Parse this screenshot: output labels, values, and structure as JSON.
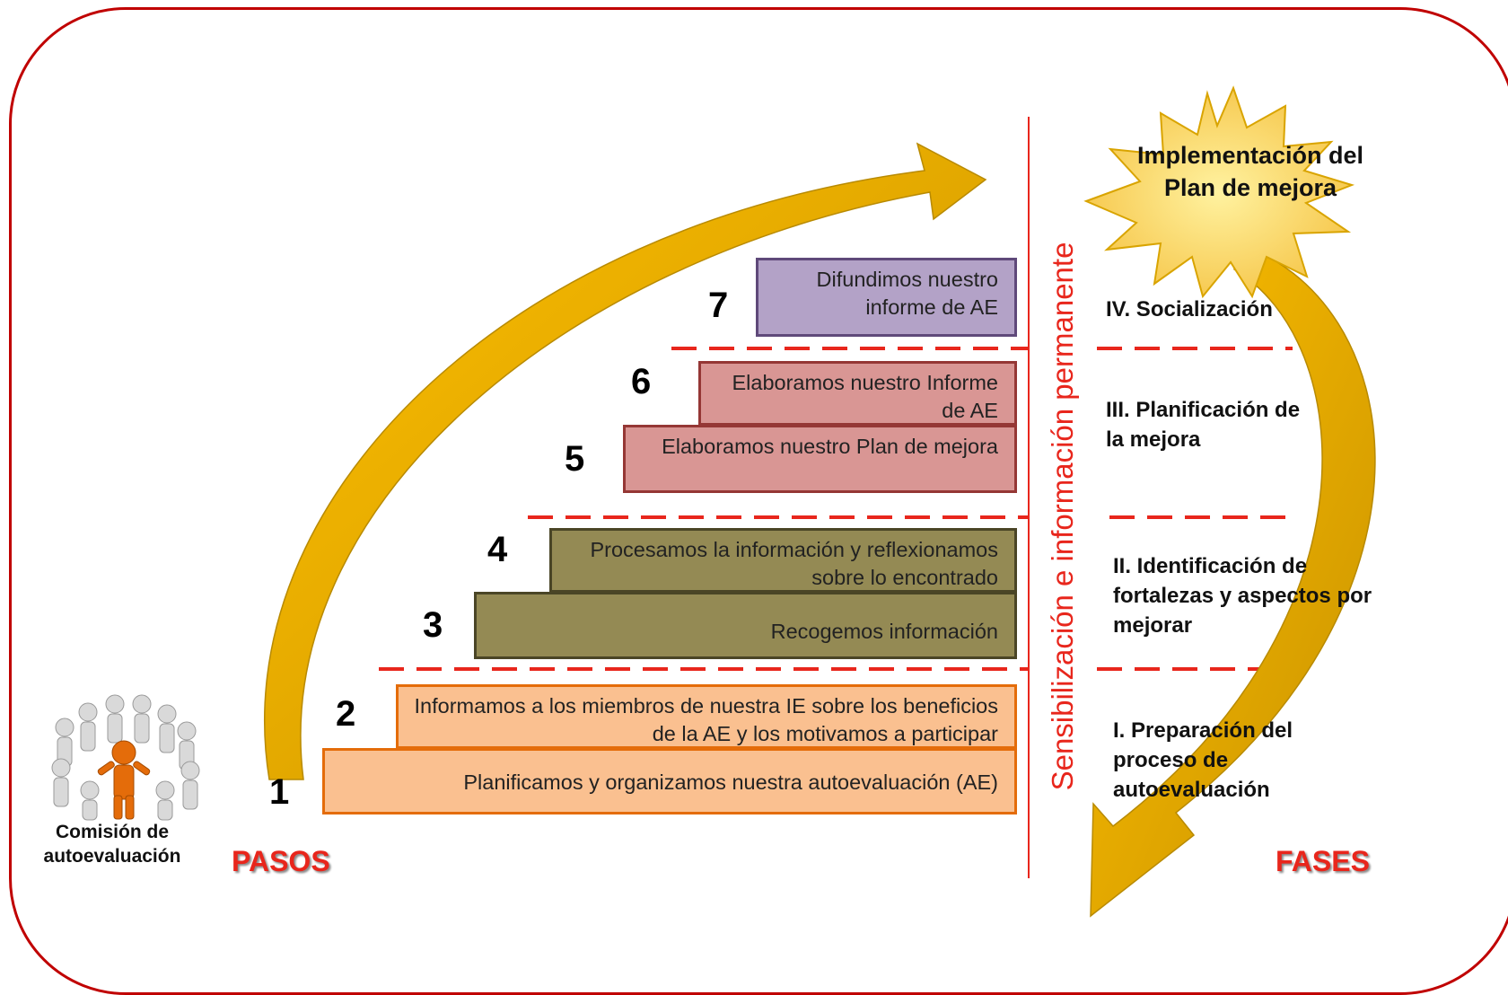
{
  "steps": [
    {
      "number": "1",
      "text": "Planificamos y organizamos nuestra autoevaluación (AE)"
    },
    {
      "number": "2",
      "text": "Informamos a los miembros de nuestra IE sobre los beneficios de la AE y los motivamos a participar"
    },
    {
      "number": "3",
      "text": "Recogemos información"
    },
    {
      "number": "4",
      "text": "Procesamos la información y reflexionamos sobre lo encontrado"
    },
    {
      "number": "5",
      "text": "Elaboramos nuestro Plan de mejora"
    },
    {
      "number": "6",
      "text": "Elaboramos nuestro Informe de AE"
    },
    {
      "number": "7",
      "text": "Difundimos nuestro informe de AE"
    }
  ],
  "phases": [
    {
      "text": "I. Preparación del proceso de autoevaluación"
    },
    {
      "text": "II. Identificación de fortalezas y aspectos por mejorar"
    },
    {
      "text": "III. Planificación de la mejora"
    },
    {
      "text": "IV. Socialización"
    }
  ],
  "side_label": "Sensibilización e información permanente",
  "star_label": "Implementación del Plan de mejora",
  "committee_label": "Comisión de autoevaluación",
  "pasos_label": "PASOS",
  "fases_label": "FASES",
  "colors": {
    "frame": "#c00000",
    "accent_red": "#e8261c",
    "phase1": "#fac090",
    "phase2": "#948a54",
    "phase3": "#d99694",
    "phase4": "#b3a2c7",
    "arrow": "#ffc000",
    "star": "#ffd966",
    "figure": "#e46c0a"
  }
}
